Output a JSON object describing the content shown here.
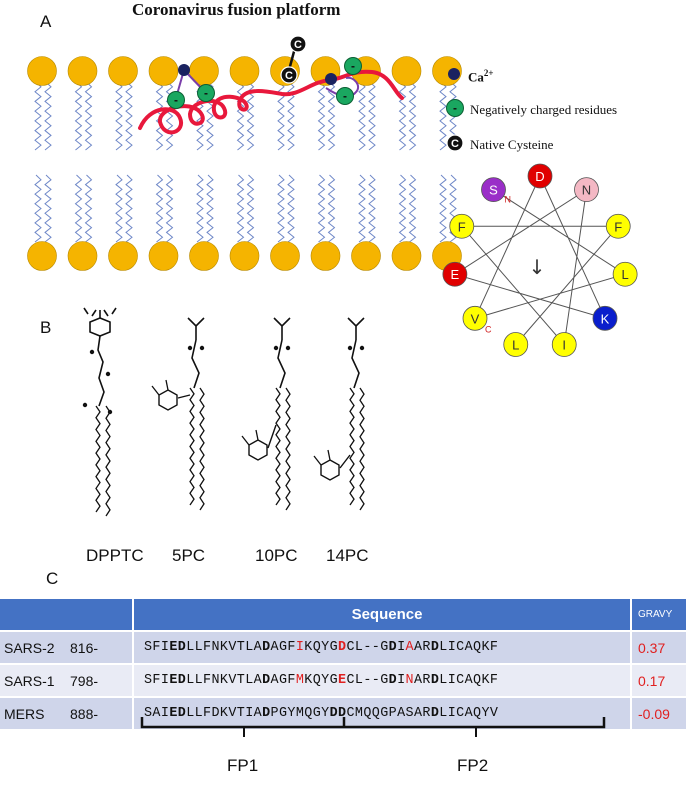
{
  "panels": {
    "a": "A",
    "b": "B",
    "c": "C"
  },
  "panel_a": {
    "title": "Coronavirus fusion platform",
    "cys_symbol": "C",
    "neg_symbol": "-",
    "legend": {
      "calcium": "Ca",
      "calcium_sup": "2+",
      "negative": "Negatively charged residues",
      "cysteine": "Native Cysteine"
    },
    "colors": {
      "lipid_head": "#f5b400",
      "helix": "#e8183c",
      "negative": "#1aa760",
      "calcium": "#1a2260",
      "tail": "#6f88c8"
    }
  },
  "helical_wheel": {
    "residues": [
      {
        "letter": "D",
        "color": "#e00000",
        "text": "#ffffff"
      },
      {
        "letter": "N",
        "color": "#f4b8c4",
        "text": "#333333"
      },
      {
        "letter": "F",
        "color": "#ffff00",
        "text": "#333333"
      },
      {
        "letter": "L",
        "color": "#ffff00",
        "text": "#333333"
      },
      {
        "letter": "K",
        "color": "#0a1ecc",
        "text": "#ffffff"
      },
      {
        "letter": "I",
        "color": "#ffff00",
        "text": "#333333"
      },
      {
        "letter": "L",
        "color": "#ffff00",
        "text": "#333333"
      },
      {
        "letter": "V",
        "color": "#ffff00",
        "text": "#333333"
      },
      {
        "letter": "E",
        "color": "#e00000",
        "text": "#ffffff"
      },
      {
        "letter": "F",
        "color": "#ffff00",
        "text": "#333333"
      },
      {
        "letter": "S",
        "color": "#9a2ec8",
        "text": "#ffffff"
      }
    ],
    "n_label": "N",
    "c_label": "C",
    "arrow": "↓"
  },
  "panel_b": {
    "lipids": [
      "DPPTC",
      "5PC",
      "10PC",
      "14PC"
    ]
  },
  "panel_c": {
    "header": {
      "sequence": "Sequence",
      "gravy": "GRAVY"
    },
    "rows": [
      {
        "name": "SARS-2",
        "start": "816-",
        "gravy": "0.37",
        "segments": [
          {
            "t": "SFI",
            "s": ""
          },
          {
            "t": "ED",
            "s": "b"
          },
          {
            "t": "LLFNKVTLA",
            "s": ""
          },
          {
            "t": "D",
            "s": "b"
          },
          {
            "t": "AGF",
            "s": ""
          },
          {
            "t": "I",
            "s": "r"
          },
          {
            "t": "KQYG",
            "s": ""
          },
          {
            "t": "D",
            "s": "br"
          },
          {
            "t": "CL--G",
            "s": ""
          },
          {
            "t": "D",
            "s": "b"
          },
          {
            "t": "I",
            "s": ""
          },
          {
            "t": "A",
            "s": "r"
          },
          {
            "t": "AR",
            "s": ""
          },
          {
            "t": "D",
            "s": "b"
          },
          {
            "t": "LICAQKF",
            "s": ""
          }
        ]
      },
      {
        "name": "SARS-1",
        "start": "798-",
        "gravy": "0.17",
        "segments": [
          {
            "t": "SFI",
            "s": ""
          },
          {
            "t": "ED",
            "s": "b"
          },
          {
            "t": "LLFNKVTLA",
            "s": ""
          },
          {
            "t": "D",
            "s": "b"
          },
          {
            "t": "AGF",
            "s": ""
          },
          {
            "t": "M",
            "s": "r"
          },
          {
            "t": "KQYG",
            "s": ""
          },
          {
            "t": "E",
            "s": "br"
          },
          {
            "t": "CL--G",
            "s": ""
          },
          {
            "t": "D",
            "s": "b"
          },
          {
            "t": "I",
            "s": ""
          },
          {
            "t": "N",
            "s": "r"
          },
          {
            "t": "AR",
            "s": ""
          },
          {
            "t": "D",
            "s": "b"
          },
          {
            "t": "LICAQKF",
            "s": ""
          }
        ]
      },
      {
        "name": "MERS",
        "start": "888-",
        "gravy": "-0.09",
        "segments": [
          {
            "t": "SAI",
            "s": ""
          },
          {
            "t": "ED",
            "s": "b"
          },
          {
            "t": "LLFDKVTIA",
            "s": ""
          },
          {
            "t": "D",
            "s": "b"
          },
          {
            "t": "PGYMQGY",
            "s": ""
          },
          {
            "t": "DD",
            "s": "b"
          },
          {
            "t": "CMQQGPASAR",
            "s": ""
          },
          {
            "t": "D",
            "s": "b"
          },
          {
            "t": "LICAQYV",
            "s": ""
          }
        ]
      }
    ],
    "fp1": "FP1",
    "fp2": "FP2"
  }
}
